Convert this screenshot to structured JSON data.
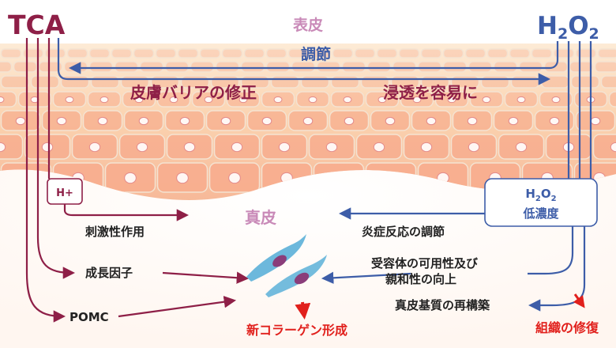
{
  "title_left": "TCA",
  "title_right": {
    "base": "H",
    "sub1": "2",
    "mid": "O",
    "sub2": "2"
  },
  "epidermis_label": "表皮",
  "dermis_label": "真皮",
  "regulation_label": "調節",
  "barrier_label": "皮膚バリアの修正",
  "penetration_label": "浸透を容易に",
  "h_plus_label": "H+",
  "h2o2_box": {
    "base": "H",
    "sub1": "2",
    "mid": "O",
    "sub2": "2",
    "line2": "低濃度"
  },
  "left_effects": [
    "刺激性作用",
    "成長因子",
    "POMC"
  ],
  "right_effects": [
    "炎症反応の調節",
    "受容体の可用性及び",
    "親和性の向上",
    "真皮基質の再構築"
  ],
  "outcomes": {
    "collagen": "新コラーゲン形成",
    "repair": "組織の修復"
  },
  "colors": {
    "tca_line": "#8e1f47",
    "h2o2_line": "#3d5da8",
    "outcome_red": "#e1201c",
    "layer_label": "#c98ab8",
    "skin_light": "#fde6cf",
    "skin_mid": "#f8c9a2",
    "cell_fill": "#f7ad8e",
    "cell_edge": "#f4e3d2",
    "fibroblast": "#5cb0d8"
  }
}
